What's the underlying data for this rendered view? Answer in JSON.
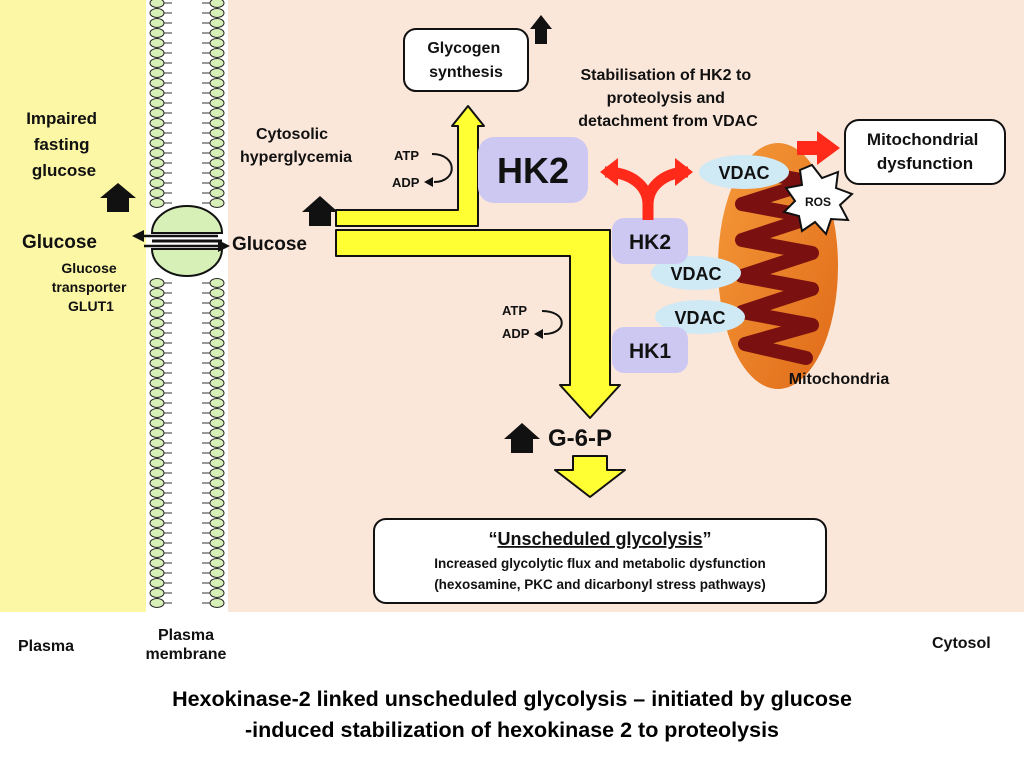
{
  "labels": {
    "impaired_fasting_glucose": [
      "Impaired",
      "fasting",
      "glucose"
    ],
    "glucose_plasma": "Glucose",
    "glucose_transporter": [
      "Glucose",
      "transporter",
      "GLUT1"
    ],
    "glucose_cytosol": "Glucose",
    "cytosolic_hyperglycemia": [
      "Cytosolic",
      "hyperglycemia"
    ],
    "glycogen_synthesis": [
      "Glycogen",
      "synthesis"
    ],
    "stabilisation_note": [
      "Stabilisation of HK2 to",
      "proteolysis and",
      "detachment from VDAC"
    ],
    "atp_upper": "ATP",
    "adp_upper": "ADP",
    "atp_lower": "ATP",
    "adp_lower": "ADP",
    "hk2_large": "HK2",
    "hk2_small": "HK2",
    "hk1": "HK1",
    "vdac_top": "VDAC",
    "vdac_middle": "VDAC",
    "vdac_lower": "VDAC",
    "ros": "ROS",
    "mitochondrial_dysfunction": [
      "Mitochondrial",
      "dysfunction"
    ],
    "mitochondria": "Mitochondria",
    "g6p": "G-6-P",
    "unscheduled_title_open": "“",
    "unscheduled_title": "Unscheduled glycolysis",
    "unscheduled_title_close": "”",
    "unscheduled_line1": "Increased glycolytic flux and metabolic dysfunction",
    "unscheduled_line2": "(hexosamine, PKC and dicarbonyl stress pathways)"
  },
  "bottom_labels": {
    "plasma": "Plasma",
    "plasma_membrane": [
      "Plasma",
      "membrane"
    ],
    "cytosol": "Cytosol"
  },
  "caption": [
    "Hexokinase-2 linked unscheduled glycolysis – initiated by glucose",
    "-induced stabilization of hexokinase 2 to proteolysis"
  ],
  "colors": {
    "plasma_region": "#fbf7a4",
    "cytosol_region": "#fbe7da",
    "membrane_head": "#d7f0b8",
    "flux_arrow": "#ffff33",
    "protein_box": "#cdc8f2",
    "vdac": "#cfe9f5",
    "mito_outer": "#f08a2a",
    "mito_inner": "#7a1010",
    "red_arrow": "#ff2a1a"
  }
}
